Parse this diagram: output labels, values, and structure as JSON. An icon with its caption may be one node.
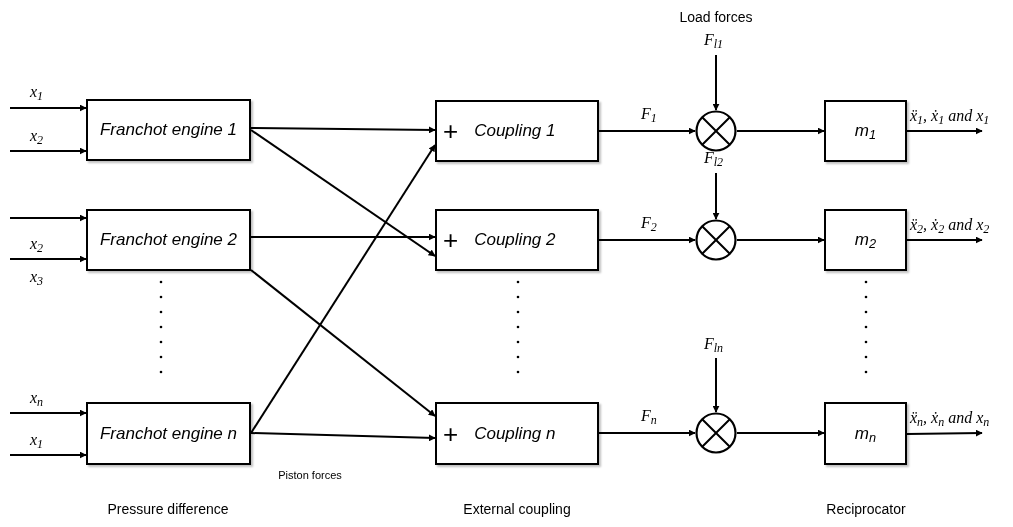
{
  "diagram": {
    "nodes": [
      {
        "text": [
          "Franchot engine 1"
        ]
      },
      {
        "text": [
          "Franchot engine 2"
        ]
      },
      {
        "text": [
          "Franchot engine n"
        ]
      },
      {
        "text": [
          "+",
          "Coupling 1"
        ]
      },
      {
        "text": [
          "+",
          "Coupling 2"
        ]
      },
      {
        "text": [
          "+",
          "Coupling n"
        ]
      },
      {
        "text": [],
        "shape": "circle"
      },
      {
        "text": [],
        "shape": "circle"
      },
      {
        "text": [],
        "shape": "circle"
      },
      {
        "text": [
          "m$_{1}$"
        ]
      },
      {
        "text": [
          "m$_{2}$"
        ]
      },
      {
        "text": [
          "m$_{n}$"
        ]
      }
    ],
    "edges": [
      {
        "from": null,
        "to": 0,
        "arrow": "to",
        "label": "x$_{1}$"
      },
      {
        "from": null,
        "to": 0,
        "arrow": "to",
        "label": "x$_{2}$"
      },
      {
        "from": null,
        "to": 1,
        "arrow": "to"
      },
      {
        "from": null,
        "to": 1,
        "arrow": "to",
        "label": "x$_{2}$"
      },
      {
        "from": null,
        "to": 2,
        "arrow": "to",
        "label": "x$_{n}$"
      },
      {
        "from": null,
        "to": 2,
        "arrow": "to",
        "label": "x$_{1}$"
      },
      {
        "from": 0,
        "to": 3,
        "arrow": "to"
      },
      {
        "from": 0,
        "to": 4,
        "arrow": "to"
      },
      {
        "from": 1,
        "to": 4,
        "arrow": "to"
      },
      {
        "from": 1,
        "to": 5,
        "arrow": "to"
      },
      {
        "from": 2,
        "to": 3,
        "arrow": "to"
      },
      {
        "from": 2,
        "to": 5,
        "arrow": "to"
      },
      {
        "from": 3,
        "to": 6,
        "arrow": "to",
        "label": "F$_{1}$"
      },
      {
        "from": 4,
        "to": 7,
        "arrow": "to",
        "label": "F$_{2}$"
      },
      {
        "from": 5,
        "to": 8,
        "arrow": "to",
        "label": "F$_{n}$"
      },
      {
        "from": null,
        "to": 6,
        "arrow": "to",
        "label": "F$_{l1}$"
      },
      {
        "from": null,
        "to": 7,
        "arrow": "to",
        "label": "F$_{l2}$"
      },
      {
        "from": null,
        "to": 8,
        "arrow": "to",
        "label": "F$_{ln}$"
      },
      {
        "from": 6,
        "to": 9,
        "arrow": "to"
      },
      {
        "from": 7,
        "to": 10,
        "arrow": "to"
      },
      {
        "from": 8,
        "to": 11,
        "arrow": "to"
      },
      {
        "from": 9,
        "to": null,
        "arrow": "to",
        "label": "ẍ$_{1}$, ẋ$_{1}$ *and* x$_{1}$"
      },
      {
        "from": 10,
        "to": null,
        "arrow": "to",
        "label": "ẍ$_{2}$, ẋ$_{2}$ *and* x$_{2}$"
      },
      {
        "from": 11,
        "to": null,
        "arrow": "to",
        "label": "ẍ$_{n}$, ẋ$_{n}$ *and* x$_{n}$"
      }
    ],
    "labels": [
      "Load forces",
      "x$_{3}$",
      "Piston forces",
      "Pressure difference",
      "External coupling",
      "Reciprocator"
    ]
  }
}
